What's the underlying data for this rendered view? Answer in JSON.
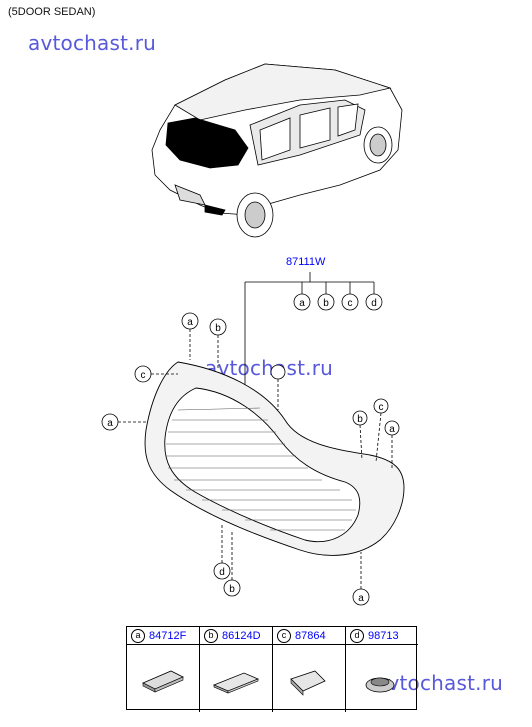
{
  "header": {
    "caption": "(5DOOR SEDAN)"
  },
  "watermark": "avtochast.ru",
  "assembly": {
    "part_number": "87111W"
  },
  "callout_letters": [
    "a",
    "b",
    "c",
    "d"
  ],
  "legend": [
    {
      "letter": "a",
      "part_number": "84712F"
    },
    {
      "letter": "b",
      "part_number": "86124D"
    },
    {
      "letter": "c",
      "part_number": "87864"
    },
    {
      "letter": "d",
      "part_number": "98713"
    }
  ],
  "colors": {
    "part_number_text": "#0000ff",
    "watermark": "#2a2ad0",
    "line": "#000000"
  },
  "icons": [
    "car-illustration-icon",
    "rear-glass-icon",
    "adhesive-strip-icon",
    "fastener-icon"
  ]
}
